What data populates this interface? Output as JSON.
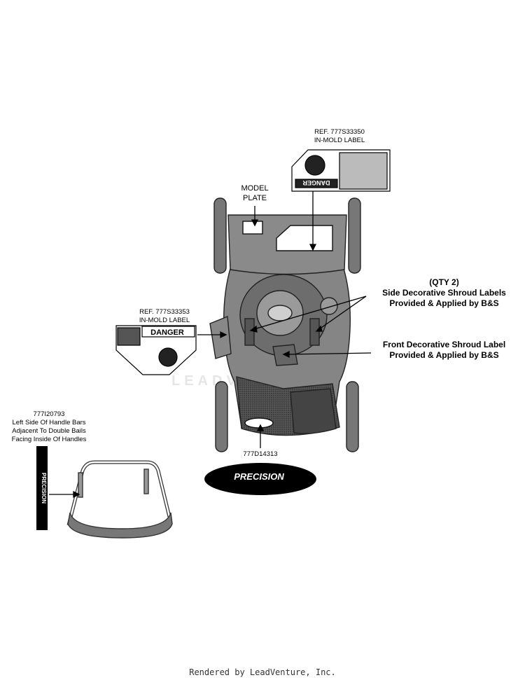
{
  "labels": {
    "ref_top_1": "REF. 777S33350",
    "ref_top_2": "IN-MOLD LABEL",
    "model_1": "MODEL",
    "model_2": "PLATE",
    "qty": "(QTY 2)",
    "side_1": "Side Decorative Shroud Labels",
    "side_2": "Provided & Applied by B&S",
    "front_1": "Front Decorative Shroud Label",
    "front_2": "Provided & Applied by B&S",
    "ref_left_1": "REF. 777S33353",
    "ref_left_2": "IN-MOLD LABEL",
    "handle_1": "777I20793",
    "handle_2": "Left Side Of Handle Bars",
    "handle_3": "Adjacent To Double Bails",
    "handle_4": "Facing Inside Of Handles",
    "precision_part": "777D14313"
  },
  "stickers": {
    "danger": "DANGER",
    "precision": "PRECISION",
    "handle_strip": "PRECISION"
  },
  "watermark": "LEADVENTURE",
  "footer": "Rendered by LeadVenture, Inc."
}
